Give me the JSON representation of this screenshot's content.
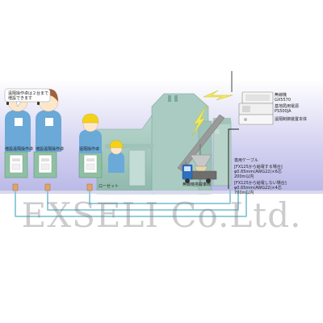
{
  "callout": {
    "line1": "遠隔操作卓は２台まで",
    "line2": "増設できます"
  },
  "left_console_label": "増設遠隔操作卓",
  "mid_console_label": "増設遠隔操作卓",
  "right_console_label": "遠隔操作卓",
  "rosette_label": "ローゼット",
  "crane_label": "無線機搭載車両",
  "equipment": {
    "radio_label": "無線機",
    "radio_model": "GX5570",
    "psu_label": "基地局用電源",
    "psu_model": "PS500JA",
    "controller_label": "遠隔制御装置本体"
  },
  "cable_spec": {
    "title": "専用ケーブル",
    "case1": "[FX125から給電する場合]",
    "case1_spec": "φ0.65mm(AWG22)×6芯",
    "case1_len": "200m以内",
    "case2": "[FX125から給電しない場合]",
    "case2_spec": "φ0.65mm(AWG22)×4芯",
    "case2_len": "700m以内"
  },
  "watermark": "EXSELI Co.Ltd.",
  "colors": {
    "cable": "#86c6d6",
    "wall_panel": "#8fc0a4",
    "sky": "#b9b8e6",
    "crane_cab": "#2f6fc0"
  }
}
